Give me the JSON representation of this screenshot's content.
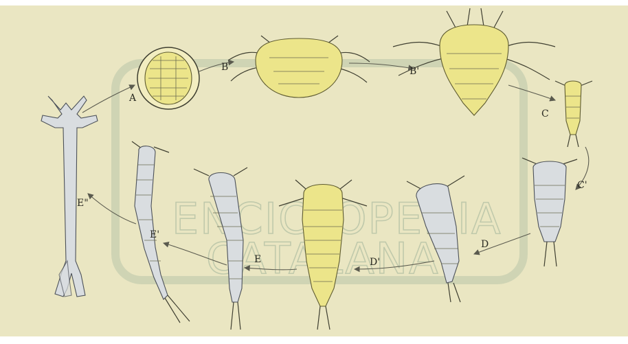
{
  "background_color": "#eae6c2",
  "watermark": {
    "line1": "ENCICLOPEDIA",
    "line2": "CATALANA",
    "color": "#9fb39a"
  },
  "stage_labels": {
    "A": "A",
    "B": "B",
    "B_prime": "B'",
    "C": "C",
    "C_prime": "C'",
    "D": "D",
    "D_prime": "D'",
    "E": "E",
    "E_prime": "E'",
    "E_double_prime": "E\""
  },
  "colors": {
    "yellow_larva": "#ece58a",
    "grey_larva": "#d9dde0",
    "arrow": "#5a5a4e"
  }
}
